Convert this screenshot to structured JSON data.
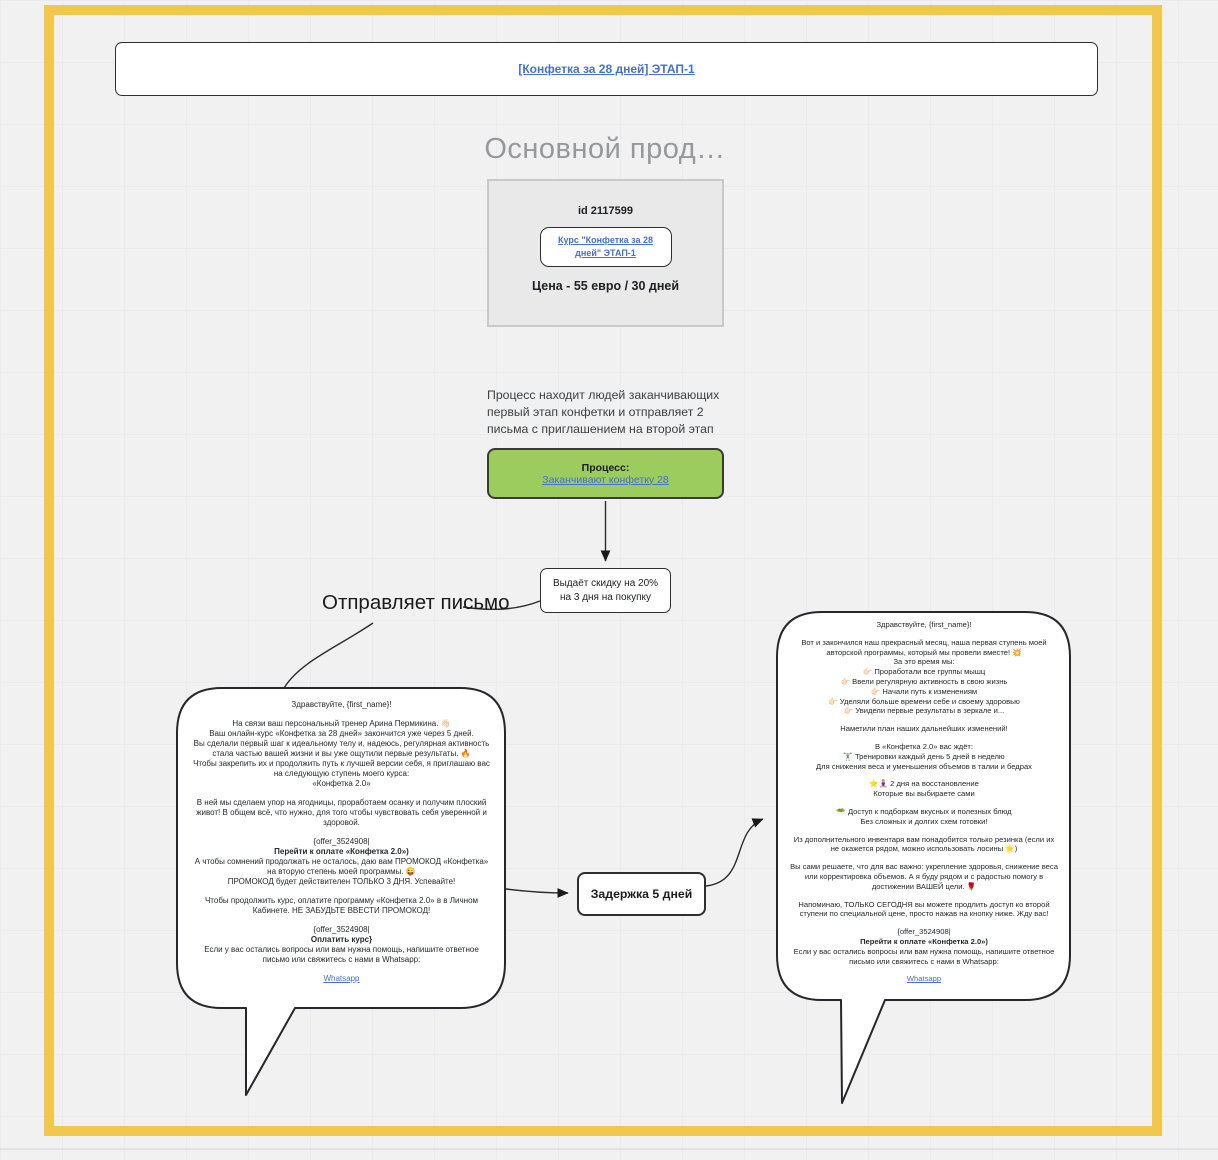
{
  "colors": {
    "frame_yellow": "#f2c84c",
    "process_green": "#9ccb5e",
    "link_blue": "#4470cf",
    "heading_gray": "#97989b"
  },
  "header": {
    "title_link": "[Конфетка за 28 дней] ЭТАП-1",
    "section_title": "Основной прод…"
  },
  "product_card": {
    "id_label": "id 2117599",
    "course_link": "Курс \"Конфетка за 28 дней\" ЭТАП-1",
    "price": "Цена - 55 евро / 30 дней"
  },
  "process_note": "Процесс находит людей заканчивающих первый этап конфетки и отправляет 2 письма с приглашением на второй этап",
  "process_box": {
    "title": "Процесс:",
    "link": "Заканчивают конфетку 28"
  },
  "discount_box": {
    "line1": "Выдаёт скидку на 20%",
    "line2": "на 3 дня на покупку"
  },
  "labels": {
    "sends_letter": "Отправляет письмо"
  },
  "delay_box": {
    "label": "Задержка 5 дней"
  },
  "left_bubble": {
    "lines": [
      {
        "t": "Здравствуйте, {first_name}!"
      },
      {
        "s": "gap"
      },
      {
        "t": "На связи ваш персональный тренер Арина Пермикина. 👋🏻"
      },
      {
        "t": "Ваш онлайн-курс «Конфетка за 28 дней» закончится  уже через 5 дней."
      },
      {
        "t": "Вы сделали первый шаг к идеальному телу и, надеюсь, регулярная активность стала частью вашей жизни и вы уже ощутили первые результаты. 🔥"
      },
      {
        "t": "Чтобы закрепить их и продолжить путь к лучшей версии себя, я приглашаю вас на следующую ступень моего курса:"
      },
      {
        "t": "«Конфетка 2.0»"
      },
      {
        "s": "gap"
      },
      {
        "t": "В ней мы сделаем упор на ягодницы, проработаем осанку и получим плоский живот! В общем всё, что нужно, для того чтобы чувствовать себя уверенной и здоровой."
      },
      {
        "s": "gap"
      },
      {
        "t": "{offer_3524908|"
      },
      {
        "t": "Перейти к оплате «Конфетка 2.0»)",
        "s": "b"
      },
      {
        "t": "А чтобы сомнений продолжать не осталось, даю вам ПРОМОКОД «Конфетка» на вторую степень моей программы. 😜"
      },
      {
        "t": "ПРОМОКОД будет действителен ТОЛЬКО 3 ДНЯ. Успевайте!"
      },
      {
        "s": "gap"
      },
      {
        "t": "Чтобы продолжить курс, оплатите программу «Конфетка 2.0» в в Личном Кабинете.  НЕ ЗАБУДЬТЕ ВВЕСТИ ПРОМОКОД!"
      },
      {
        "s": "gap"
      },
      {
        "t": "{offer_3524908|"
      },
      {
        "t": "Оплатить курс}",
        "s": "b"
      },
      {
        "t": "Если у вас остались вопросы или вам нужна помощь, напишите ответное письмо или свяжитесь с нами в Whatsapp:"
      },
      {
        "s": "gap"
      },
      {
        "t": "Whatsapp",
        "s": "link"
      }
    ]
  },
  "right_bubble": {
    "lines": [
      {
        "t": "Здравствуйте, {first_name}!"
      },
      {
        "s": "gap"
      },
      {
        "t": "Вот и закончился наш прекрасный месяц, наша первая ступень моей авторской программы, который мы провели вместе! 💥"
      },
      {
        "t": "За это время мы:"
      },
      {
        "t": "👉🏻 Проработали все группы мышц"
      },
      {
        "t": "👉🏻 Ввели регулярную активность в свою жизнь"
      },
      {
        "t": "👉🏻 Начали путь к изменениям"
      },
      {
        "t": "👉🏻 Уделяли больше времени себе и своему здоровью"
      },
      {
        "t": "👉🏻 Увидели первые результаты в зеркале и..."
      },
      {
        "s": "gap"
      },
      {
        "t": "Наметили план наших дальнейших изменений!"
      },
      {
        "s": "gap"
      },
      {
        "t": "В «Конфетка 2.0»  вас ждёт:"
      },
      {
        "t": "🏋🏼‍♂️ Тренировки каждый день 5 дней в неделю"
      },
      {
        "t": "Для снижения веса и уменьшения объемов в талии и бедрах"
      },
      {
        "s": "gap"
      },
      {
        "t": "⭐🧘🏼‍♀️  2 дня на восстановление"
      },
      {
        "t": "Которые вы выбираете сами"
      },
      {
        "s": "gap"
      },
      {
        "t": "🥗 Доступ к подборкам вкусных и полезных блюд"
      },
      {
        "t": "Без сложных и долгих схем готовки!"
      },
      {
        "s": "gap"
      },
      {
        "t": "Из дополнительного инвентаря вам понадобится только резинка (если их не окажется рядом, можно использовать лосины 🌟)"
      },
      {
        "s": "gap"
      },
      {
        "t": "Вы сами решаете, что для вас важно: укрепление здоровья, снижение веса или корректировка объемов. А я буду рядом и с радостью помогу в достижении ВАШЕЙ цели. 🌹"
      },
      {
        "s": "gap"
      },
      {
        "t": "Напоминаю, ТОЛЬКО СЕГОДНЯ вы можете продлить доступ ко второй ступени по специальной цене, просто нажав на кнопку ниже. Жду вас!"
      },
      {
        "s": "gap"
      },
      {
        "t": "{offer_3524908|"
      },
      {
        "t": "Перейти к оплате «Конфетка 2.0»)",
        "s": "b"
      },
      {
        "t": "Если у вас остались вопросы или вам нужна помощь, напишите ответное письмо или свяжитесь с нами в Whatsapp:"
      },
      {
        "s": "gap"
      },
      {
        "t": "Whatsapp",
        "s": "link"
      }
    ]
  }
}
